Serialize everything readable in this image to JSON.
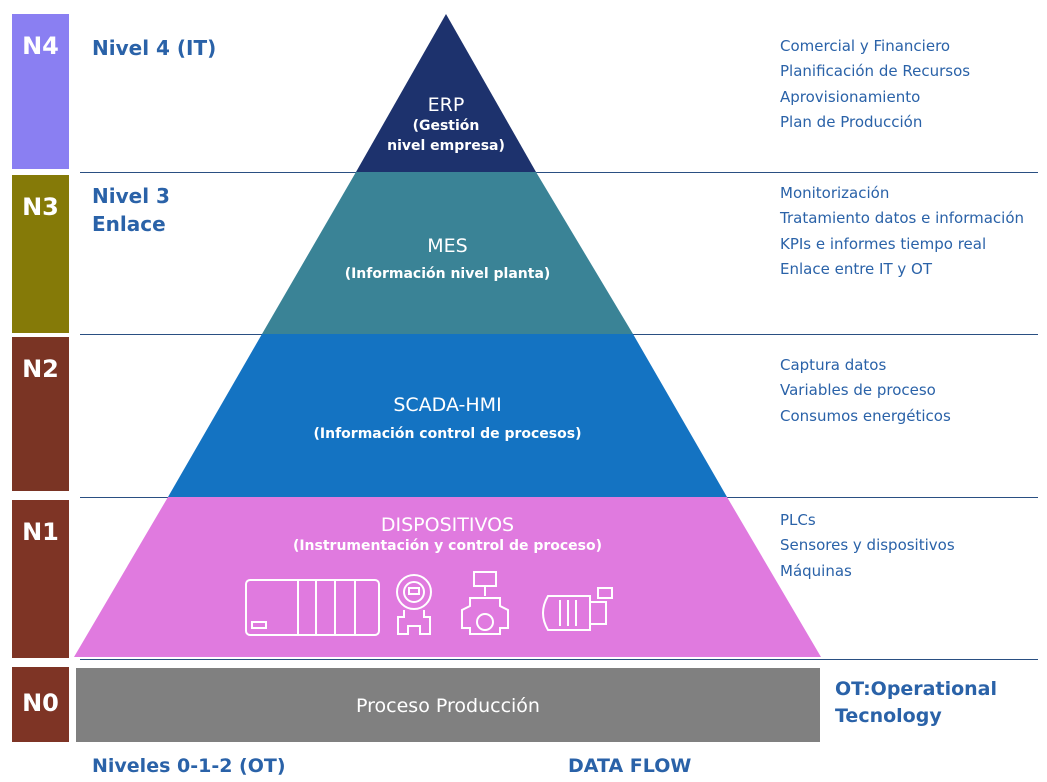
{
  "colors": {
    "n4": "#8a7ff2",
    "n3": "#857a08",
    "n2": "#7a3424",
    "n1": "#7e3425",
    "n0": "#7e3425",
    "erp": "#1d326d",
    "mes": "#3a8396",
    "scada": "#1473c2",
    "devices": "#e07adf",
    "process": "#808080",
    "text_blue": "#2a62a8"
  },
  "levels": [
    {
      "badge": "N4",
      "title_lines": [
        "Nivel 4 (IT)"
      ],
      "items": [
        "Comercial y Financiero",
        "Planificación de Recursos",
        "Aprovisionamiento",
        "Plan de Producción"
      ]
    },
    {
      "badge": "N3",
      "title_lines": [
        "Nivel 3",
        "Enlace"
      ],
      "items": [
        "Monitorización",
        "Tratamiento datos e información",
        "KPIs e informes tiempo real",
        "Enlace entre IT y OT"
      ]
    },
    {
      "badge": "N2",
      "title_lines": [],
      "items": [
        "Captura datos",
        "Variables de proceso",
        "Consumos energéticos"
      ]
    },
    {
      "badge": "N1",
      "title_lines": [],
      "items": [
        "PLCs",
        "Sensores y dispositivos",
        "Máquinas"
      ]
    },
    {
      "badge": "N0",
      "title_lines": [],
      "items": []
    }
  ],
  "pyramid": {
    "erp": {
      "name": "ERP",
      "sub1": "(Gestión",
      "sub2": "nivel empresa)"
    },
    "mes": {
      "name": "MES",
      "sub": "(Información nivel planta)"
    },
    "scada": {
      "name": "SCADA-HMI",
      "sub": "(Información control de procesos)"
    },
    "devices": {
      "name": "DISPOSITIVOS",
      "sub": "(Instrumentación y control de proceso)",
      "icons": [
        "plc-rack-icon",
        "pressure-sensor-icon",
        "valve-icon",
        "electric-motor-icon"
      ]
    },
    "process": {
      "name": "Proceso Producción"
    }
  },
  "ot_label": {
    "line1": "OT:Operational",
    "line2": "Tecnology"
  },
  "bottom": {
    "levels_label": "Niveles 0-1-2 (OT)",
    "data_flow": "DATA FLOW"
  }
}
